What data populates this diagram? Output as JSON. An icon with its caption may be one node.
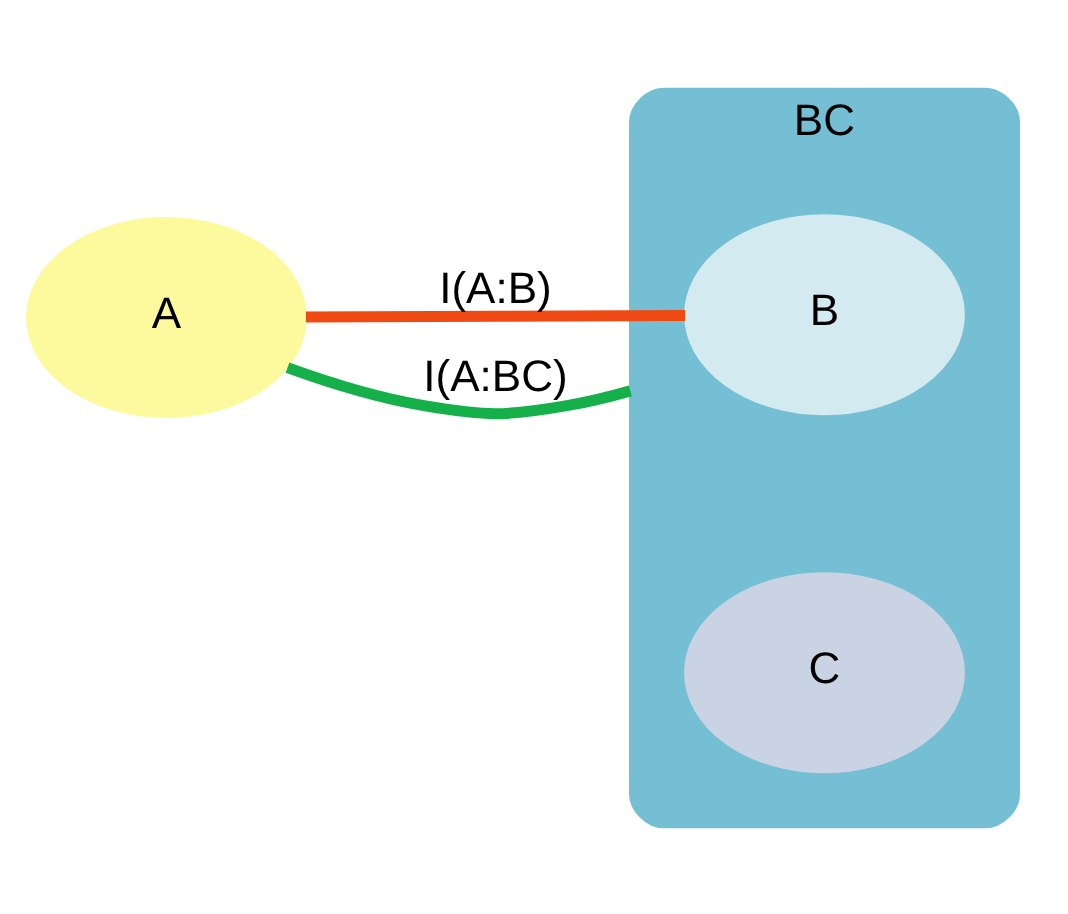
{
  "diagram": {
    "nodes": [
      {
        "text": [
          "A"
        ]
      },
      {
        "text": [
          "BC"
        ]
      },
      {
        "text": [
          "B"
        ],
        "in": 1
      },
      {
        "text": [
          "C"
        ],
        "in": 1
      }
    ],
    "edges": [
      {
        "from": 0,
        "to": 2,
        "arrow": "none",
        "label": "I(A:B)",
        "color": "#f04a14"
      },
      {
        "from": 0,
        "to": 1,
        "arrow": "none",
        "label": "I(A:BC)",
        "color": "#16b04a"
      }
    ]
  }
}
